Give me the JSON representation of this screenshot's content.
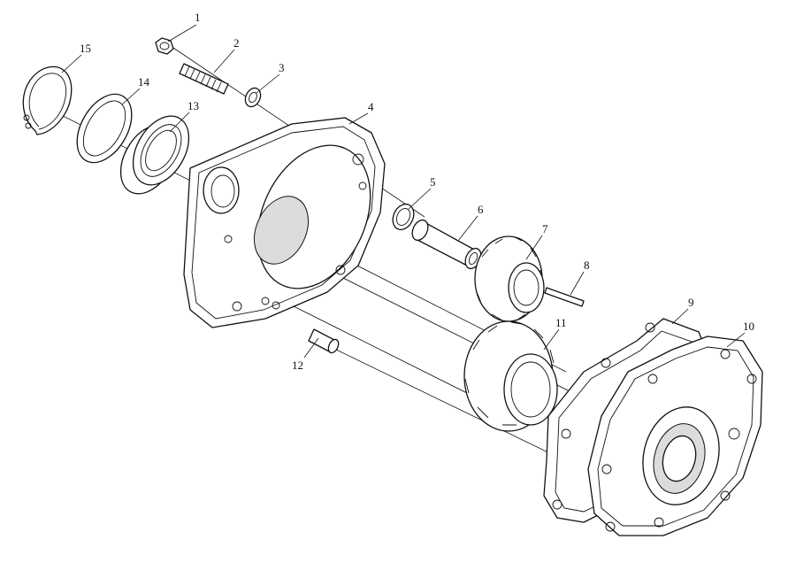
{
  "callouts": [
    {
      "id": "1"
    },
    {
      "id": "2"
    },
    {
      "id": "3"
    },
    {
      "id": "4"
    },
    {
      "id": "5"
    },
    {
      "id": "6"
    },
    {
      "id": "7"
    },
    {
      "id": "8"
    },
    {
      "id": "9"
    },
    {
      "id": "10"
    },
    {
      "id": "11"
    },
    {
      "id": "12"
    },
    {
      "id": "13"
    },
    {
      "id": "14"
    },
    {
      "id": "15"
    }
  ],
  "labels": {
    "c1": "1",
    "c2": "2",
    "c3": "3",
    "c4": "4",
    "c5": "5",
    "c6": "6",
    "c7": "7",
    "c8": "8",
    "c9": "9",
    "c10": "10",
    "c11": "11",
    "c12": "12",
    "c13": "13",
    "c14": "14",
    "c15": "15"
  }
}
